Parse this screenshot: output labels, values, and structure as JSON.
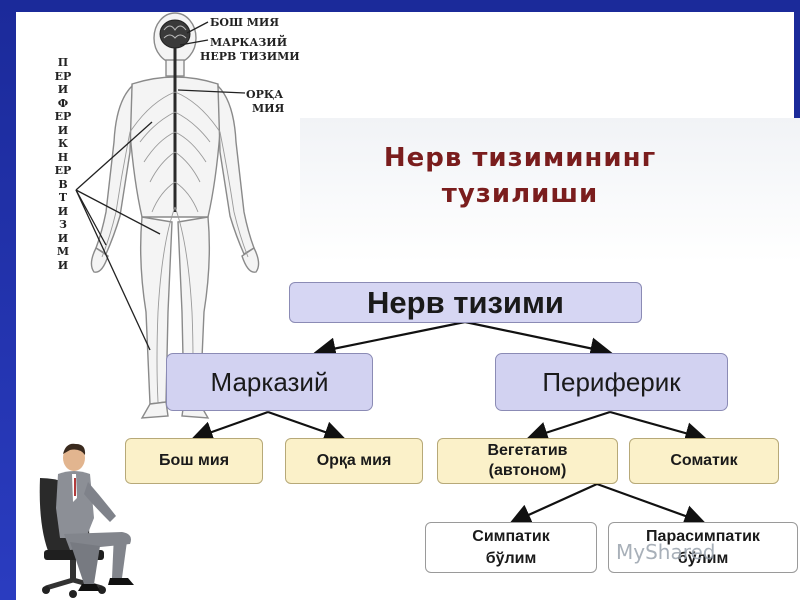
{
  "title": "Нерв тизимининг тузилиши",
  "diagram": {
    "root": "Нерв тизими",
    "central": "Марказий",
    "peripheral": "Периферик",
    "central_children": [
      "Бош мия",
      "Орқа мия"
    ],
    "peripheral_children": [
      "Вегетатив (автоном)",
      "Соматик"
    ],
    "vegetative_children": [
      "Симпатик бўлим",
      "Парасимпатик бўлим"
    ]
  },
  "figure_labels": {
    "brain": "БОШ МИЯ",
    "cns_line1": "МАРКАЗИЙ",
    "cns_line2": "НЕРВ ТИЗИМИ",
    "spinal_line1": "ОРҚА",
    "spinal_line2": "МИЯ",
    "pns_vertical": "ПЕРИФЕРИК НЕРВ ТИЗИМИ"
  },
  "watermark": "MyShared",
  "colors": {
    "title": "#7a1d1d",
    "root_fill": "#d6d6f3",
    "level2_fill": "#d2d2f1",
    "level3_fill": "#fbf1c9",
    "frame": "#1b2a9a"
  }
}
